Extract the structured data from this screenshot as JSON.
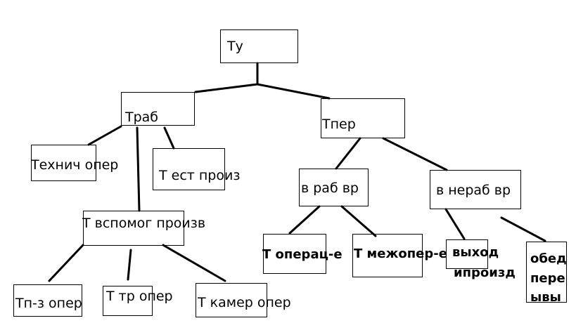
{
  "nodes": {
    "root": "Ту",
    "t_rab": "Траб",
    "t_per": "Тпер",
    "tech_oper": "Технич опер",
    "t_est": "Т ест произ",
    "t_vspomog": "Т вспомог произв",
    "tpz": "Тп-з опер",
    "t_tr": "Т тр опер",
    "t_kamer": "Т камер опер",
    "v_rab": "в раб вр",
    "v_nerab": "в нераб вр",
    "t_operac": "Т операц-е",
    "t_mezhoper": "Т межопер-е",
    "vyhod": "выход",
    "iproizd": "ипроизд",
    "obed_1": "обед",
    "obed_2": "пере",
    "obed_3": "ывы"
  }
}
